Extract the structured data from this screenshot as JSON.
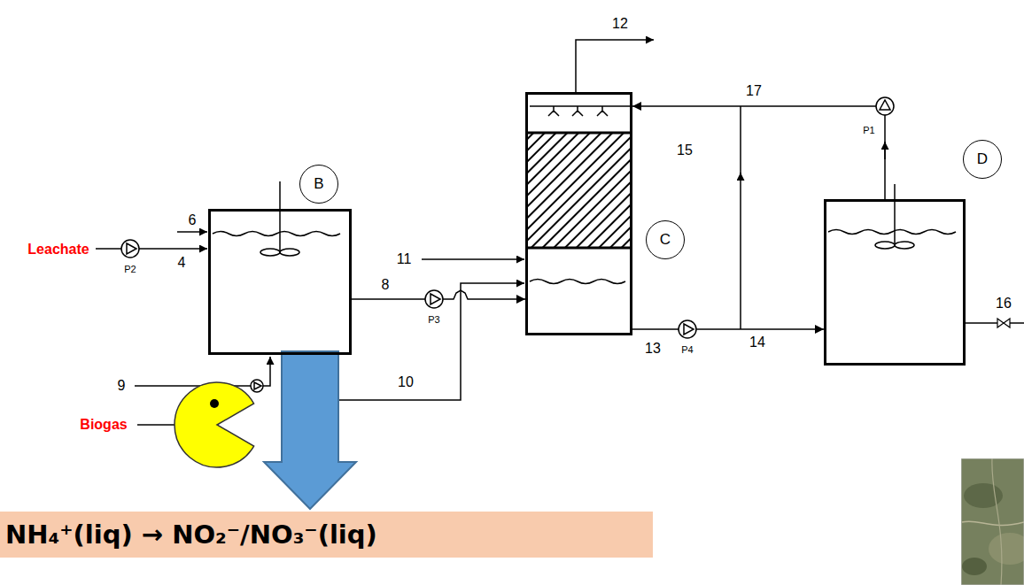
{
  "diagram": {
    "nodes": [
      {
        "text": [
          "B"
        ]
      },
      {
        "text": [
          "C"
        ]
      },
      {
        "text": [
          "D"
        ]
      },
      {
        "text": [
          "NH₄⁺(liq) → NO₂⁻/NO₃⁻(liq)"
        ]
      }
    ],
    "edges": [
      {
        "from": 0,
        "to": 1,
        "arrow": "to",
        "label": "8"
      },
      {
        "from": 1,
        "to": 2,
        "arrow": "to",
        "label": "14"
      },
      {
        "from": 2,
        "to": 1,
        "arrow": "to",
        "label": "17"
      }
    ],
    "labels": [
      "12",
      "15",
      "6",
      "11",
      "Leachate",
      "P2",
      "4",
      "P3",
      "13",
      "P4",
      "16",
      "P1",
      "9",
      "Biogas",
      "10"
    ]
  }
}
